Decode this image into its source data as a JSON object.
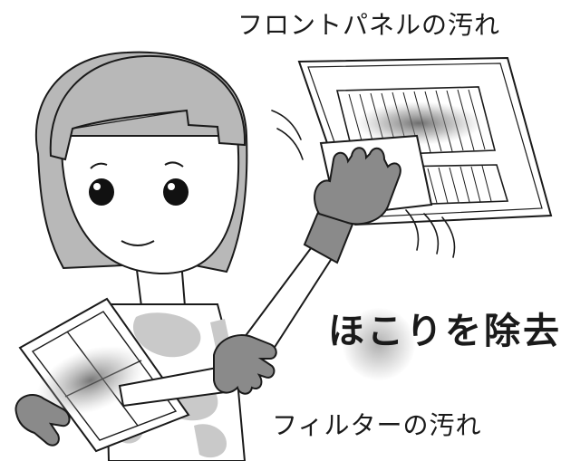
{
  "labels": {
    "front_panel": "フロントパネルの汚れ",
    "filter": "フィルターの汚れ",
    "action": "ほこりを除去"
  },
  "colors": {
    "outline": "#1a1a1a",
    "hair": "#b8b8b8",
    "glove": "#8a8a8a",
    "dust": "#7a7a7a",
    "shirt": "#c9c9c9",
    "background": "#ffffff"
  }
}
